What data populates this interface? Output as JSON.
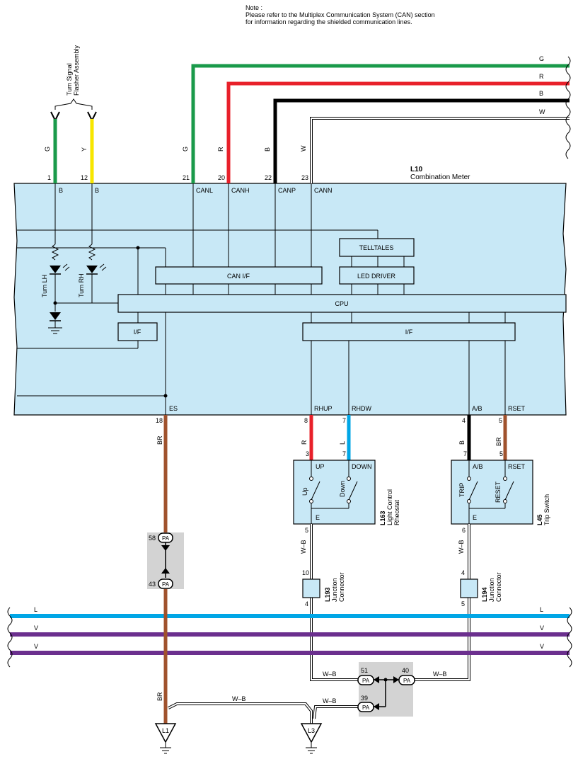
{
  "note": {
    "line1": "Note :",
    "line2": "Please refer to the Multiplex Communication System (CAN) section",
    "line3": "for information regarding the shielded communication lines."
  },
  "flasher": {
    "line1": "Turn Signal",
    "line2": "Flasher Assembly"
  },
  "meter": {
    "code": "L10",
    "name": "Combination Meter"
  },
  "top_pins": [
    {
      "num": "1",
      "color": "G",
      "label": "B"
    },
    {
      "num": "12",
      "color": "Y",
      "label": "B"
    },
    {
      "num": "21",
      "color": "G",
      "label": "CANL"
    },
    {
      "num": "20",
      "color": "R",
      "label": "CANH"
    },
    {
      "num": "22",
      "color": "B",
      "label": "CANP"
    },
    {
      "num": "23",
      "color": "W",
      "label": "CANN"
    }
  ],
  "right_bus": [
    "G",
    "R",
    "B",
    "W"
  ],
  "blocks": {
    "telltales": "TELLTALES",
    "led_driver": "LED DRIVER",
    "can_if": "CAN I/F",
    "cpu": "CPU",
    "if_left": "I/F",
    "if_right": "I/F"
  },
  "lamps": {
    "lh": "Turn LH",
    "rh": "Turn RH"
  },
  "bottom_pins": [
    {
      "num": "18",
      "label": "ES",
      "color": "BR"
    },
    {
      "num": "8",
      "label": "RHUP",
      "color": "R"
    },
    {
      "num": "7",
      "label": "RHDW",
      "color": "L"
    },
    {
      "num": "4",
      "label": "A/B",
      "color": "B"
    },
    {
      "num": "5",
      "label": "RSET",
      "color": "BR"
    }
  ],
  "rheostat": {
    "code": "L163",
    "name1": "Light Control",
    "name2": "Rheostat",
    "pin_up": "3",
    "pin_down": "7",
    "pin_e": "5",
    "up": "UP",
    "down": "DOWN",
    "e": "E",
    "sw_up": "Up",
    "sw_down": "Down"
  },
  "trip": {
    "code": "L45",
    "name": "Trip Switch",
    "pin_ab": "7",
    "pin_rset": "5",
    "pin_e": "6",
    "ab": "A/B",
    "rset": "RSET",
    "e": "E",
    "sw_trip": "TRIP",
    "sw_reset": "RESET"
  },
  "jc1": {
    "code": "L193",
    "name1": "Junction",
    "name2": "Connector",
    "pin_top": "10",
    "pin_bot": "4"
  },
  "jc2": {
    "code": "L194",
    "name1": "Junction",
    "name2": "Connector",
    "pin_top": "4",
    "pin_bot": "5"
  },
  "wire_wb": "W–B",
  "pa": {
    "label": "PA",
    "p58": "58",
    "p43": "43",
    "p51": "51",
    "p40": "40",
    "p39": "39"
  },
  "buses": [
    "L",
    "V",
    "V"
  ],
  "grounds": {
    "g1": "L1",
    "g3": "L3"
  },
  "colors": {
    "green": "#1a9a4a",
    "yellow": "#f7e600",
    "red": "#e8202a",
    "black": "#000000",
    "brown": "#a0522d",
    "blue": "#00a6e6",
    "purple": "#6b2f8e",
    "meter_fill": "#c8e8f6"
  }
}
